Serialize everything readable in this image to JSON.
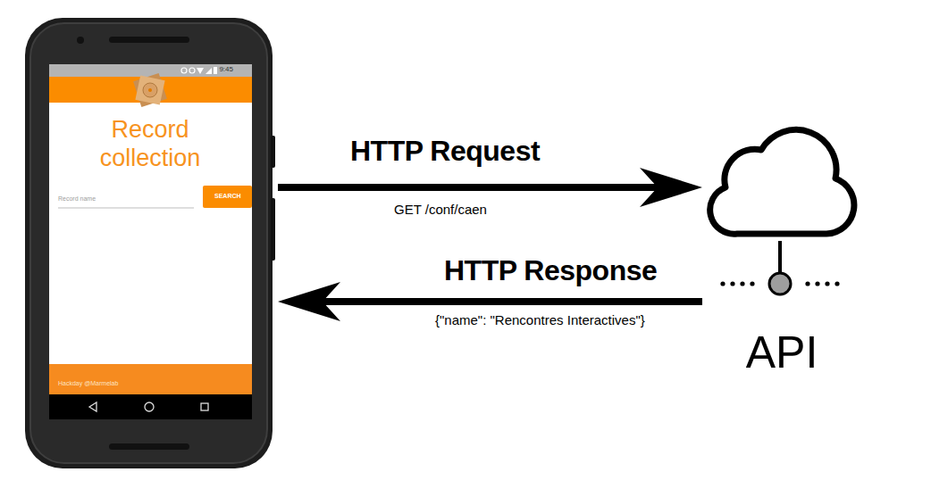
{
  "diagram": {
    "nodes": [
      {
        "text": [
          "9:45",
          "Record collection",
          "Record name",
          "Hackday @Marmelab"
        ]
      },
      {
        "text": [
          "SEARCH"
        ],
        "in": 0
      },
      {
        "text": [
          "API"
        ]
      }
    ],
    "edges": [
      {
        "from": 0,
        "to": 2,
        "arrow": "to",
        "label": "HTTP Request"
      },
      {
        "from": 2,
        "to": 0,
        "arrow": "to",
        "label": "HTTP Response"
      }
    ],
    "labels": [
      "GET /conf/caen",
      "{\"name\": \"Rencontres Interactives\"}"
    ]
  }
}
